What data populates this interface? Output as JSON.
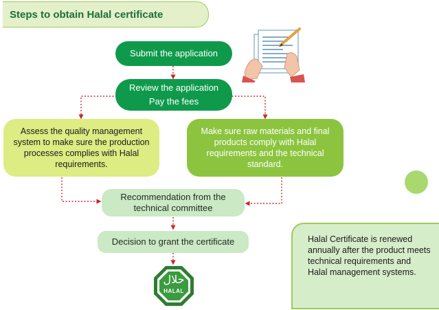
{
  "title": "Steps to obtain Halal certificate",
  "steps": {
    "submit": "Submit the application",
    "review_line1": "Review the application",
    "review_line2": "Pay the fees",
    "assess": "Assess the quality management system to make sure the production processes complies with Halal requirements.",
    "raw_materials": "Make sure raw materials and final products comply with Halal requirements and the technical standard.",
    "recommendation_line1": "Recommendation from the",
    "recommendation_line2": "technical committee",
    "decision": "Decision to grant the certificate"
  },
  "note": "Halal Certificate is renewed annually after the product meets  technical requirements and Halal management systems.",
  "logo": {
    "arabic": "حلال",
    "latin": "HALAL"
  },
  "colors": {
    "dark_green": "#0f9a4b",
    "light_green": "#cbe9c4",
    "lime": "#ddec83",
    "grass": "#8cc43f",
    "connector_red": "#c62828",
    "title_green": "#1c6e3a"
  },
  "icons": [
    "document-pen-icon",
    "halal-logo-icon"
  ]
}
